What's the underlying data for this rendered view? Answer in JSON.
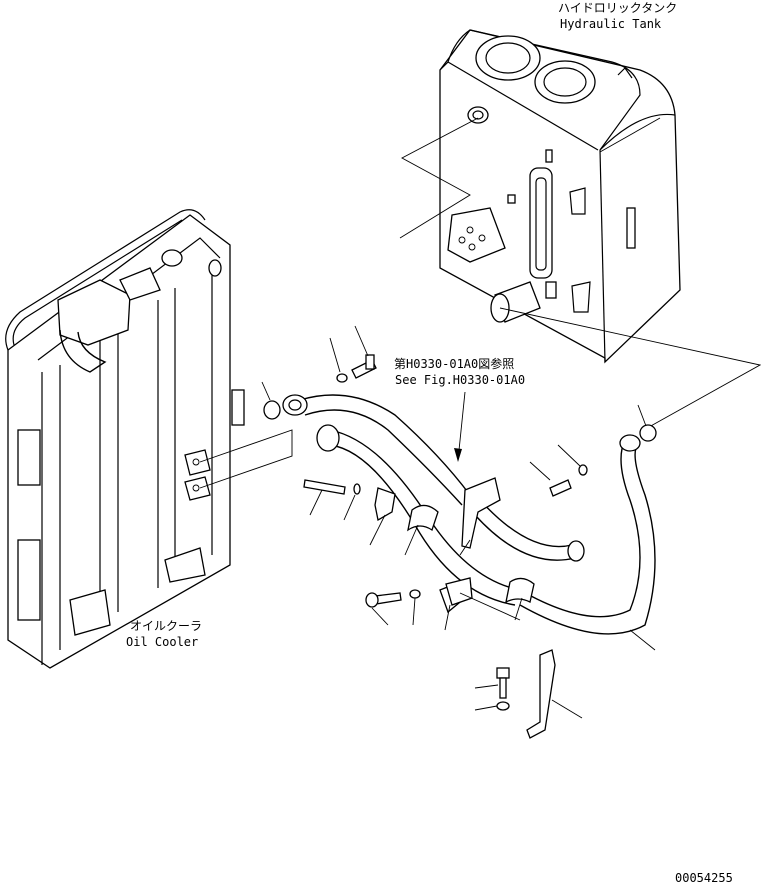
{
  "labels": {
    "hydraulic_tank_jp": "ハイドロリックタンク",
    "hydraulic_tank_en": "Hydraulic Tank",
    "oil_cooler_jp": "オイルクーラ",
    "oil_cooler_en": "Oil Cooler",
    "see_fig_jp": "第H0330-01A0図参照",
    "see_fig_en": "See Fig.H0330-01A0",
    "drawing_number": "00054255"
  }
}
